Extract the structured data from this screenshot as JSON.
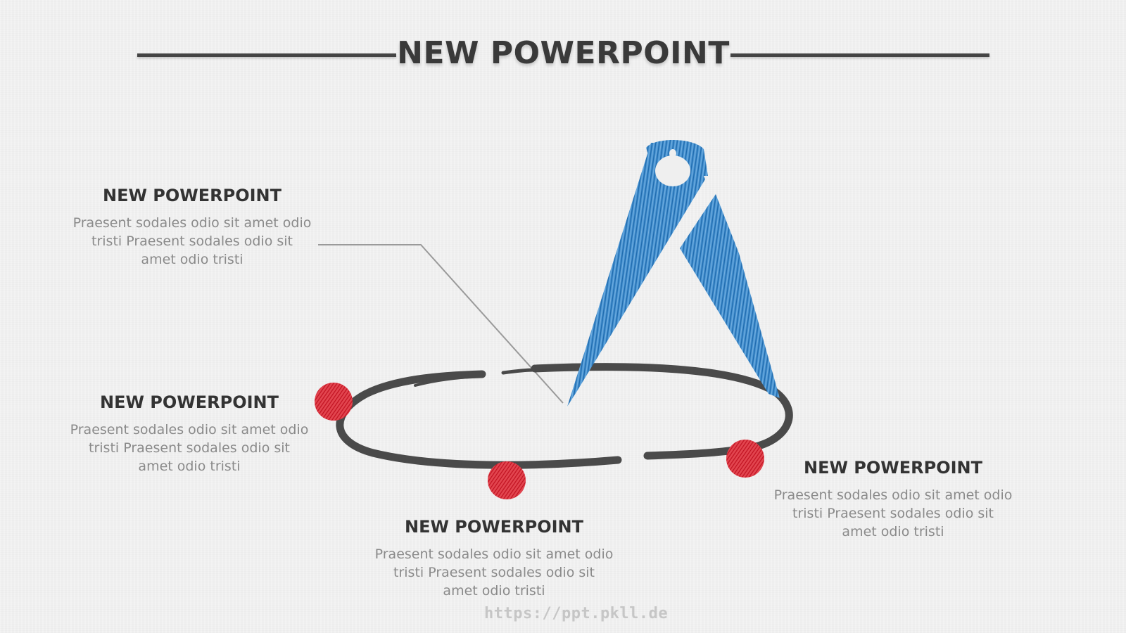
{
  "slide": {
    "title": "NEW POWERPOINT"
  },
  "blocks": [
    {
      "heading": "NEW POWERPOINT",
      "text": "Praesent sodales odio sit amet odio tristi Praesent sodales odio sit amet odio tristi"
    },
    {
      "heading": "NEW POWERPOINT",
      "text": "Praesent sodales odio sit amet odio tristi Praesent sodales odio sit amet odio tristi"
    },
    {
      "heading": "NEW POWERPOINT",
      "text": "Praesent sodales odio sit amet odio tristi Praesent sodales odio sit amet odio tristi"
    },
    {
      "heading": "NEW POWERPOINT",
      "text": "Praesent sodales odio sit amet odio tristi Praesent sodales odio sit amet odio tristi"
    }
  ],
  "watermark": "https://ppt.pkll.de",
  "colors": {
    "title": "#3a3a3a",
    "heading": "#333333",
    "body_text": "#8a8a8a",
    "compass_blue": "#2f7fc1",
    "ellipse_gray": "#4a4a4a",
    "dot_red": "#d6202f",
    "leader_line": "#9a9a9a"
  },
  "icons": [
    "compass-icon"
  ]
}
